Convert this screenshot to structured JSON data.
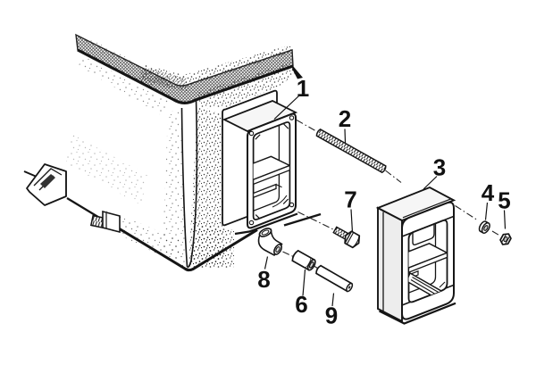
{
  "diagram": {
    "background_color": "#ffffff",
    "ink_color": "#1a1a1a",
    "shade_color": "#f2f2f2",
    "callouts": [
      {
        "label": "1"
      },
      {
        "label": "2"
      },
      {
        "label": "3"
      },
      {
        "label": "4"
      },
      {
        "label": "5"
      },
      {
        "label": "6"
      },
      {
        "label": "7"
      },
      {
        "label": "8"
      },
      {
        "label": "9"
      }
    ]
  }
}
